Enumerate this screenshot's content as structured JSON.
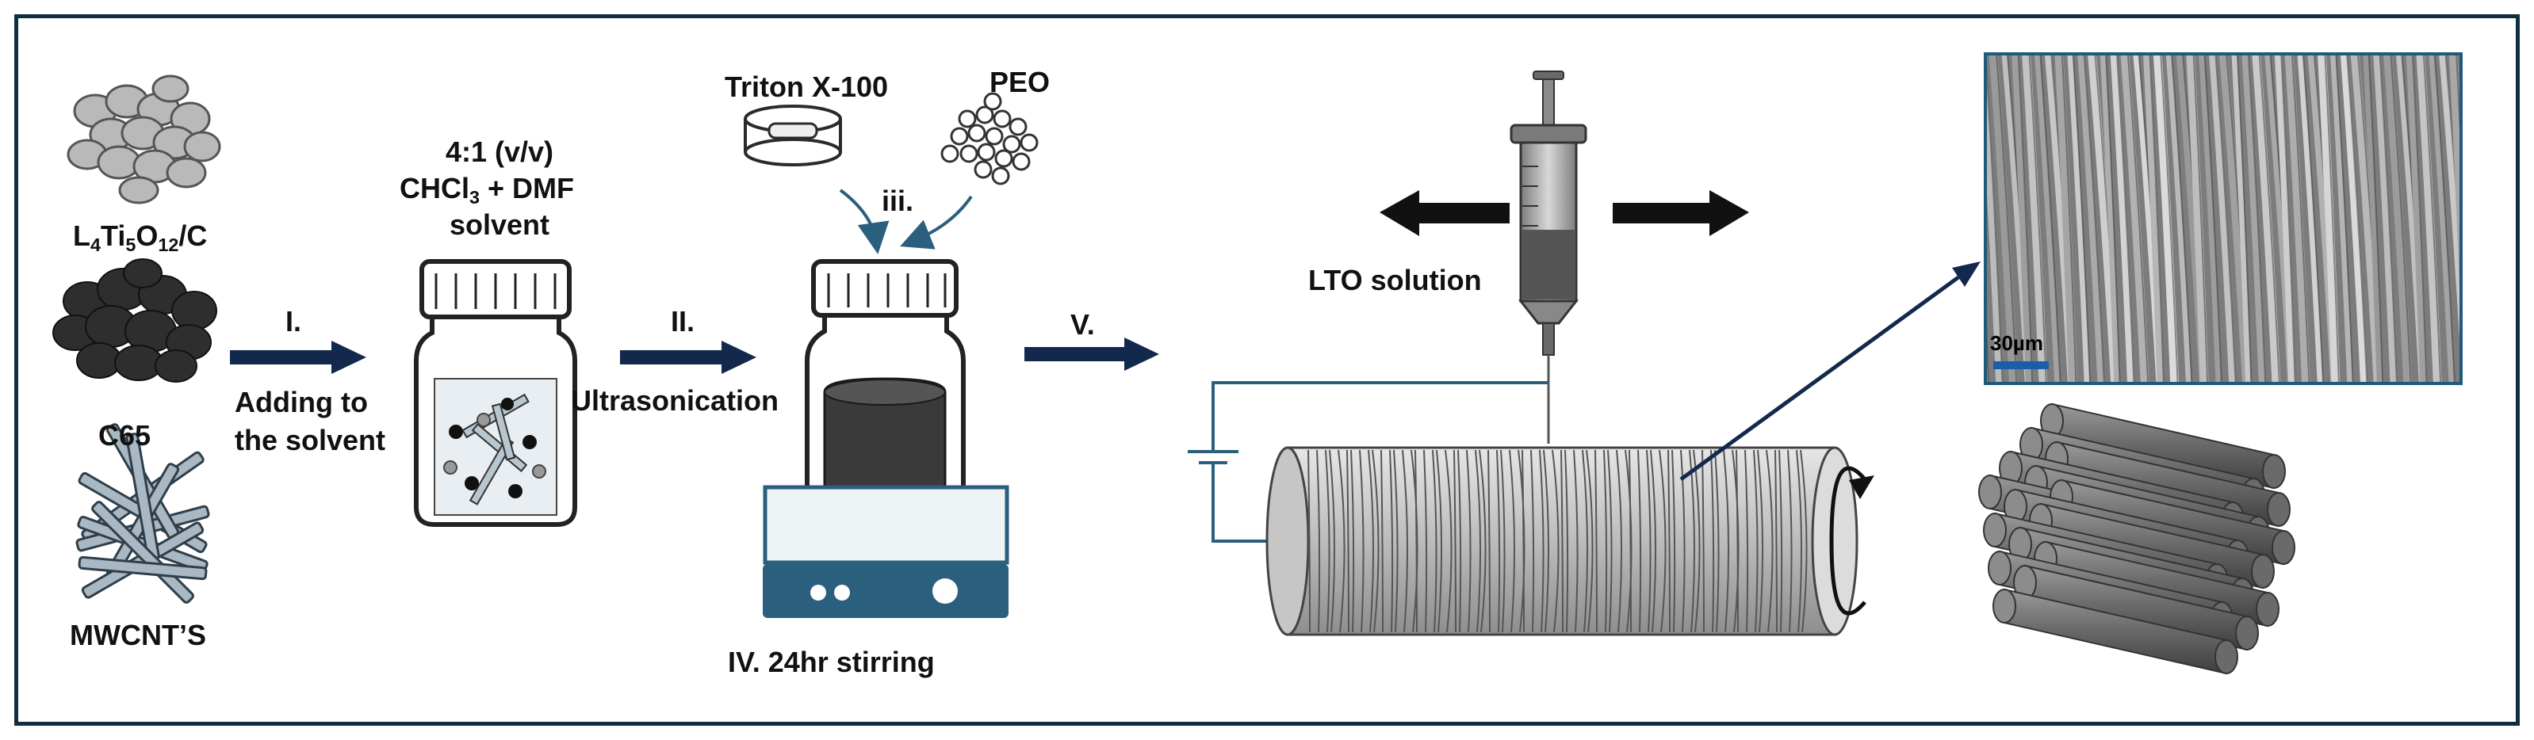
{
  "materials": {
    "lto": "L4Ti5O12/C",
    "c65": "C65",
    "mwcnt": "MWCNT’S"
  },
  "step1": {
    "numeral": "I.",
    "line1": "Adding to",
    "line2": "the solvent"
  },
  "solvent": {
    "ratio": "4:1 (v/v)",
    "formula": "CHCl3 + DMF",
    "word": "solvent"
  },
  "step2": {
    "numeral": "II.",
    "text": "Ultrasonication"
  },
  "additives": {
    "triton": "Triton X-100",
    "peo": "PEO",
    "step3": "iii."
  },
  "step4": {
    "text": "IV.  24hr stirring"
  },
  "step5": {
    "numeral": "V."
  },
  "syringe": {
    "label": "LTO solution"
  },
  "sem": {
    "scale": "30µm"
  },
  "colors": {
    "frame": "#0f2e40",
    "arrow": "#12294d",
    "stirrer": "#2a5f7e",
    "stirrer_light": "#5fb4dc"
  }
}
